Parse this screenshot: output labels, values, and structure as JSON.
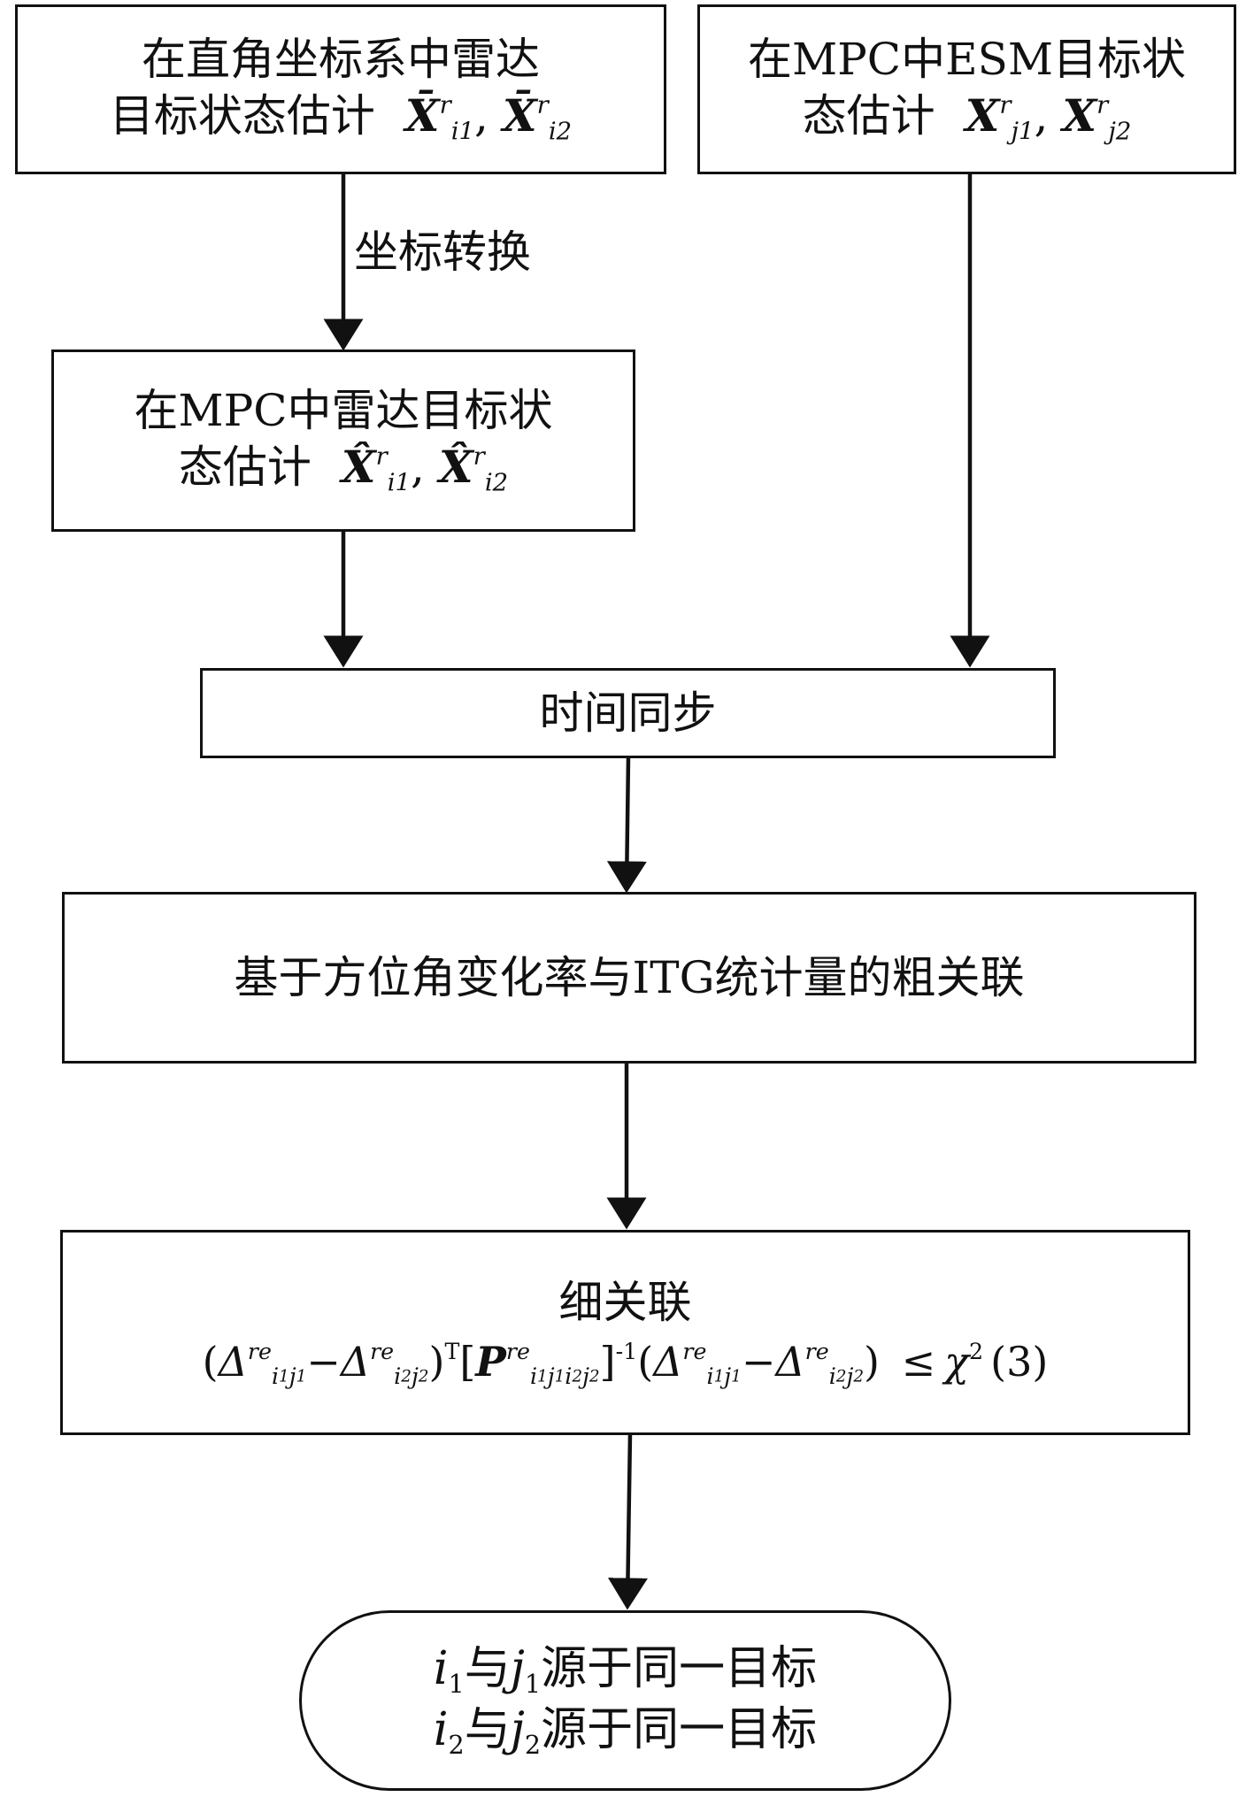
{
  "nodes": {
    "radar_cartesian": {
      "line1": "在直角坐标系中雷达",
      "line2_text": "目标状态估计",
      "symbol": "X̄",
      "sub1": "i1",
      "sub2": "i2",
      "sup": "r"
    },
    "esm_mpc": {
      "line1": "在MPC中ESM目标状",
      "line2_text": "态估计",
      "symbol": "X",
      "sub1": "j1",
      "sub2": "j2",
      "sup": "r"
    },
    "radar_mpc": {
      "line1": "在MPC中雷达目标状",
      "line2_text": "态估计",
      "symbol": "X̂",
      "sub1": "i1",
      "sub2": "i2",
      "sup": "r"
    },
    "time_sync": {
      "label": "时间同步"
    },
    "coarse_assoc": {
      "label": "基于方位角变化率与ITG统计量的粗关联"
    },
    "fine_assoc": {
      "label": "细关联",
      "formula": {
        "delta": "Δ",
        "sup_re": "re",
        "i1j1_i": "i",
        "i1j1_j": "j",
        "idx1": "1",
        "idx2": "2",
        "T": "T",
        "P": "P",
        "inv": "-1",
        "le": "≤",
        "chi": "χ",
        "chi_sup": "2",
        "chi_arg": "(3)"
      }
    },
    "result": {
      "line1_tail": "源于同一目标",
      "line2_tail": "源于同一目标",
      "yu": "与",
      "i": "i",
      "j": "j",
      "one": "1",
      "two": "2"
    }
  },
  "edges": {
    "coord_transform_label": "坐标转换"
  }
}
